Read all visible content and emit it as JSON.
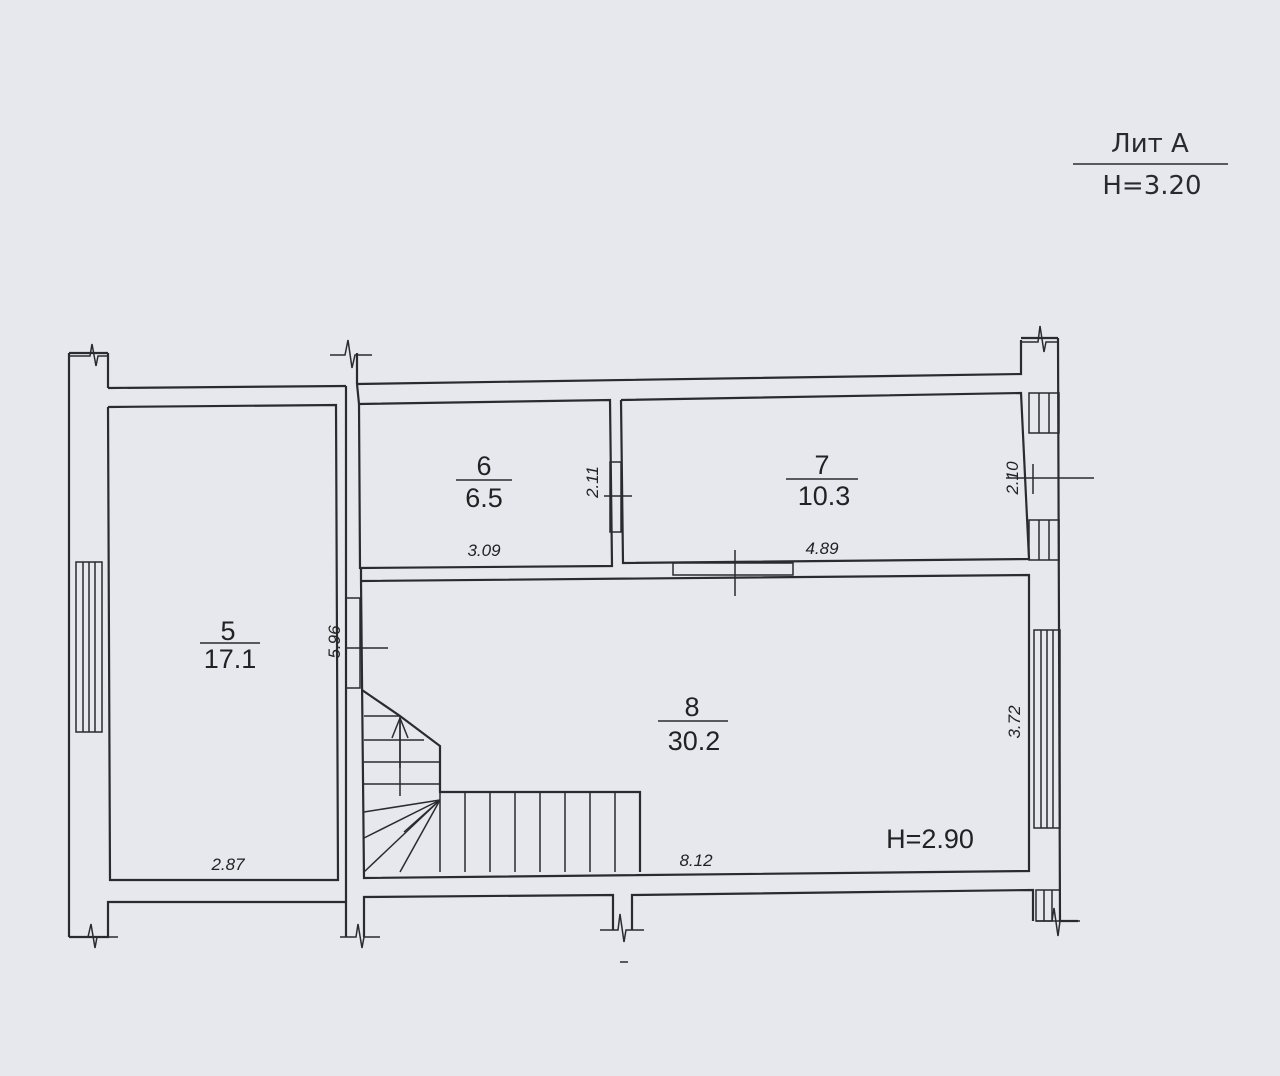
{
  "title_block": {
    "name": "Лит А",
    "height": "H=3.20"
  },
  "rooms": [
    {
      "number": "5",
      "area": "17.1"
    },
    {
      "number": "6",
      "area": "6.5"
    },
    {
      "number": "7",
      "area": "10.3"
    },
    {
      "number": "8",
      "area": "30.2"
    }
  ],
  "room_height": "H=2.90",
  "dimensions": {
    "room5_width": "2.87",
    "room5_length": "5.96",
    "room6_width": "3.09",
    "room6_depth": "2.11",
    "room7_width": "4.89",
    "room7_depth": "2.10",
    "room8_width": "8.12",
    "room8_depth": "3.72"
  }
}
